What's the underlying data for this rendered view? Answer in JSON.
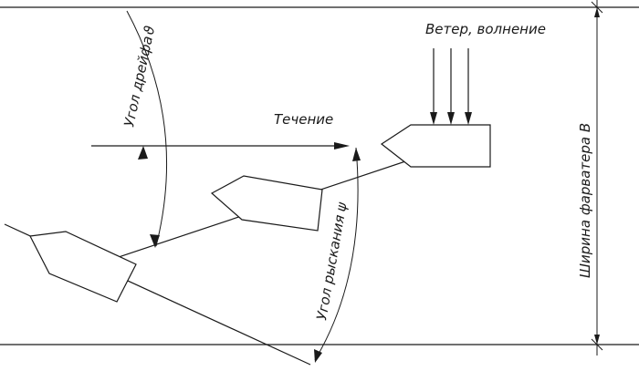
{
  "labels": {
    "wind": "Ветер, волнение",
    "current": "Течение",
    "drift_angle": "Угол дрейфа",
    "drift_symbol": "ϑ",
    "yaw_angle": "Угол рыскания",
    "yaw_symbol": "ψ",
    "fairway_width": "Ширина фарватера B"
  }
}
